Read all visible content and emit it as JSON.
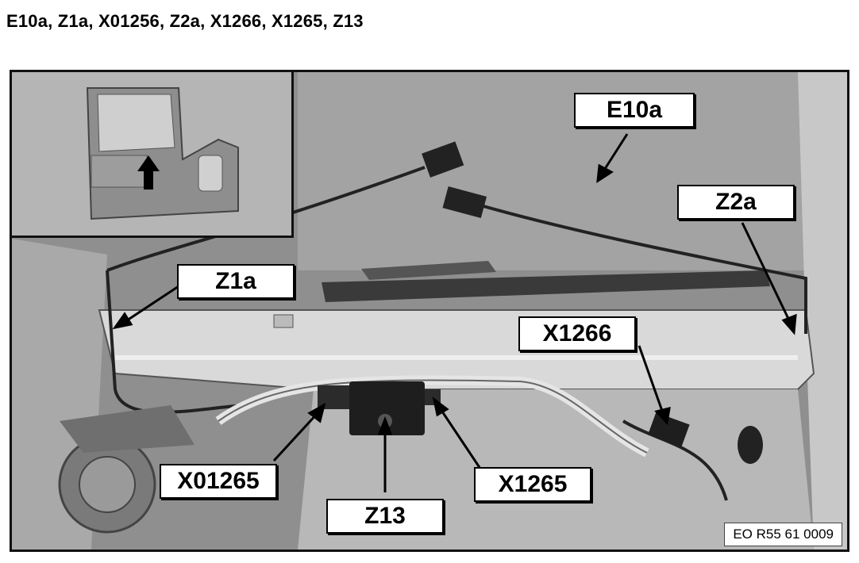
{
  "title": "E10a, Z1a, X01256, Z2a, X1266, X1265, Z13",
  "labels": {
    "e10a": "E10a",
    "z2a": "Z2a",
    "z1a": "Z1a",
    "x1266": "X1266",
    "x01265": "X01265",
    "x1265": "X1265",
    "z13": "Z13"
  },
  "reference_code": "EO R55 61 0009"
}
